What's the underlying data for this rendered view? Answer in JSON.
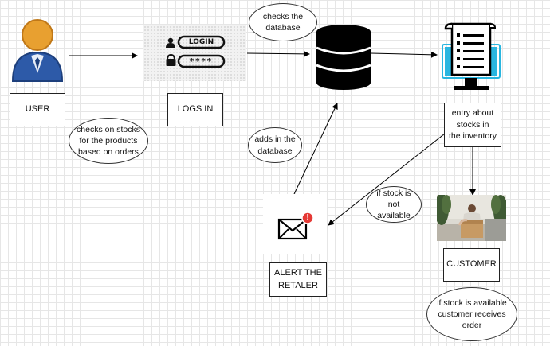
{
  "nodes": {
    "user": "USER",
    "logs_in": "LOGS IN",
    "entry_about_stocks": "entry about\nstocks in\nthe inventory",
    "alert_retailer": "ALERT THE\nRETALER",
    "customer": "CUSTOMER"
  },
  "notes": {
    "checks_database": "checks the\ndatabase",
    "checks_on_stocks": "checks on stocks\nfor the products\nbased on orders",
    "adds_in_database": "adds in the\ndatabase",
    "if_not_available": "if stock is\nnot available",
    "if_available": "if stock is available\ncustomer receives\norder"
  },
  "login_graphic": {
    "field1": "LOGIN",
    "field2": "****"
  },
  "alert_badge": "!",
  "icons": {
    "user": "user-avatar-icon",
    "login": "login-form-icon",
    "database": "database-icon",
    "inventory": "inventory-monitor-icon",
    "mail": "mail-alert-icon",
    "customer": "customer-box-photo"
  },
  "colors": {
    "avatar_head": "#e8a030",
    "avatar_body": "#2d5aa8",
    "monitor": "#29b6e0",
    "alert": "#e53935"
  }
}
